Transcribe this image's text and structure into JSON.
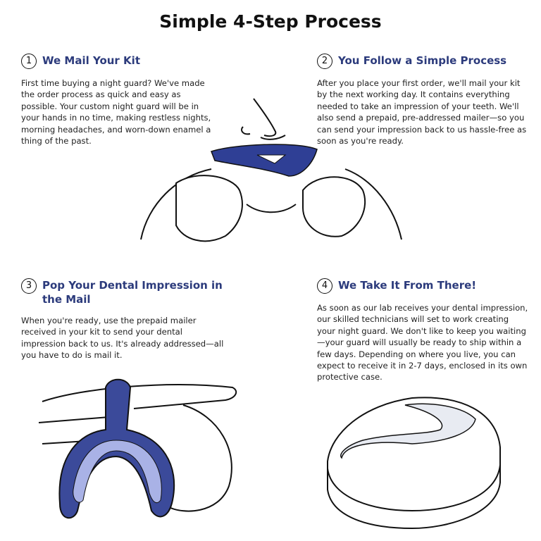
{
  "title": "Simple 4-Step Process",
  "steps": [
    {
      "number": "1",
      "heading": "We Mail Your Kit",
      "body": "First time buying a night guard? We've made the order process as quick and easy as possible. Your custom night guard will be in your hands in no time, making restless nights, morning headaches, and worn-down enamel a thing of the past."
    },
    {
      "number": "2",
      "heading": "You Follow a Simple Process",
      "body": "After you place your first order, we'll mail your kit by the next working day. It contains everything needed to take an impression of your teeth. We'll also send a prepaid, pre-addressed mailer—so you can send your impression back to us hassle-free as soon as you're ready."
    },
    {
      "number": "3",
      "heading": "Pop Your Dental Impression in the Mail",
      "body": "When you're ready, use the prepaid mailer received in your kit to send your dental impression back to us. It's already addressed—all you have to do is mail it."
    },
    {
      "number": "4",
      "heading": "We Take It From There!",
      "body": "As soon as our lab receives your dental impression, our skilled technicians will set to work creating your night guard. We don't like to keep you waiting—your guard will usually be ready to ship within a few days. Depending on where you live, you can expect to receive it in 2-7 days, enclosed in its own protective case."
    }
  ],
  "colors": {
    "accent": "#2c3b7c",
    "tray": "#3b4a9a",
    "tray_light": "#a9b2e6"
  }
}
